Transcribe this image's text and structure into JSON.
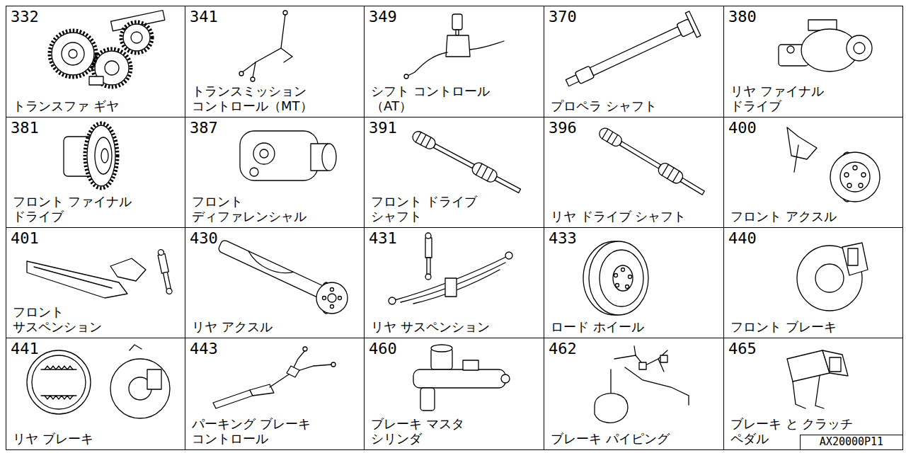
{
  "diagram": {
    "nodes": [
      {
        "text": [
          "332",
          "トランスファ ギヤ"
        ]
      },
      {
        "text": [
          "341",
          "トランスミッション コントロール（MT）"
        ]
      },
      {
        "text": [
          "349",
          "シフト コントロール （AT）"
        ]
      },
      {
        "text": [
          "370",
          "プロペラ シャフト"
        ]
      },
      {
        "text": [
          "380",
          "リヤ ファイナル ドライブ"
        ]
      },
      {
        "text": [
          "381",
          "フロント ファイナル ドライブ"
        ]
      },
      {
        "text": [
          "387",
          "フロント ディファレンシャル"
        ]
      },
      {
        "text": [
          "391",
          "フロント ドライブ シャフト"
        ]
      },
      {
        "text": [
          "396",
          "リヤ ドライブ シャフト"
        ]
      },
      {
        "text": [
          "400",
          "フロント アクスル"
        ]
      },
      {
        "text": [
          "401",
          "フロント サスペンション"
        ]
      },
      {
        "text": [
          "430",
          "リヤ アクスル"
        ]
      },
      {
        "text": [
          "431",
          "リヤ サスペンション"
        ]
      },
      {
        "text": [
          "433",
          "ロード ホイール"
        ]
      },
      {
        "text": [
          "440",
          "フロント ブレーキ"
        ]
      },
      {
        "text": [
          "441",
          "リヤ ブレーキ"
        ]
      },
      {
        "text": [
          "443",
          "パーキング ブレーキ コントロール"
        ]
      },
      {
        "text": [
          "460",
          "ブレーキ マスタ シリンダ"
        ]
      },
      {
        "text": [
          "462",
          "ブレーキ パイピング"
        ]
      },
      {
        "text": [
          "465",
          "ブレーキ と クラッチ ペダル"
        ]
      },
      {
        "text": [
          "AX20000P11"
        ]
      }
    ]
  }
}
